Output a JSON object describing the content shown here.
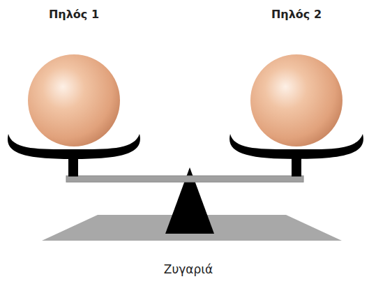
{
  "diagram": {
    "labels": [
      "Πηλός 1",
      "Πηλός 2",
      "Ζυγαριά"
    ]
  }
}
